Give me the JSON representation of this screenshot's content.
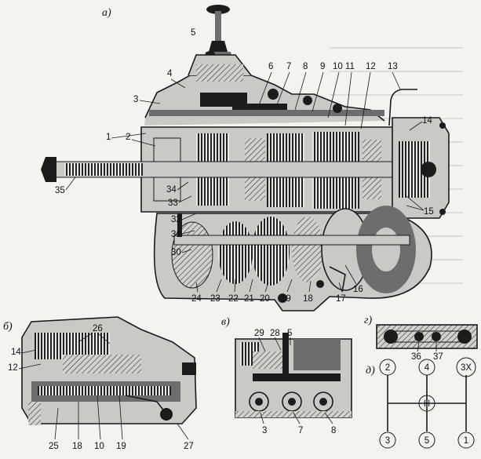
{
  "panels": {
    "a": "а)",
    "b": "б)",
    "v": "в)",
    "g": "г)",
    "d": "д)"
  },
  "labels_a": {
    "n1": "1",
    "n2": "2",
    "n3": "3",
    "n4": "4",
    "n5": "5",
    "n6": "6",
    "n7": "7",
    "n8": "8",
    "n9": "9",
    "n10": "10",
    "n11": "11",
    "n12": "12",
    "n13": "13",
    "n14": "14",
    "n15": "15",
    "n16": "16",
    "n17": "17",
    "n18": "18",
    "n19": "19",
    "n20": "20",
    "n21": "21",
    "n22": "22",
    "n23": "23",
    "n24": "24",
    "n30": "30",
    "n31": "31",
    "n32": "32",
    "n33": "33",
    "n34": "34",
    "n35": "35"
  },
  "labels_b": {
    "n26": "26",
    "n14": "14",
    "n12": "12",
    "n25": "25",
    "n18": "18",
    "n10": "10",
    "n19": "19",
    "n27": "27"
  },
  "labels_v": {
    "n29": "29",
    "n28": "28",
    "n5": "5",
    "n3": "3",
    "n7": "7",
    "n8": "8"
  },
  "labels_g": {
    "n36": "36",
    "n37": "37"
  },
  "shift_pattern": {
    "top": [
      "2",
      "4",
      "3Х"
    ],
    "center": "Н",
    "bottom": [
      "3",
      "5",
      "1"
    ]
  }
}
